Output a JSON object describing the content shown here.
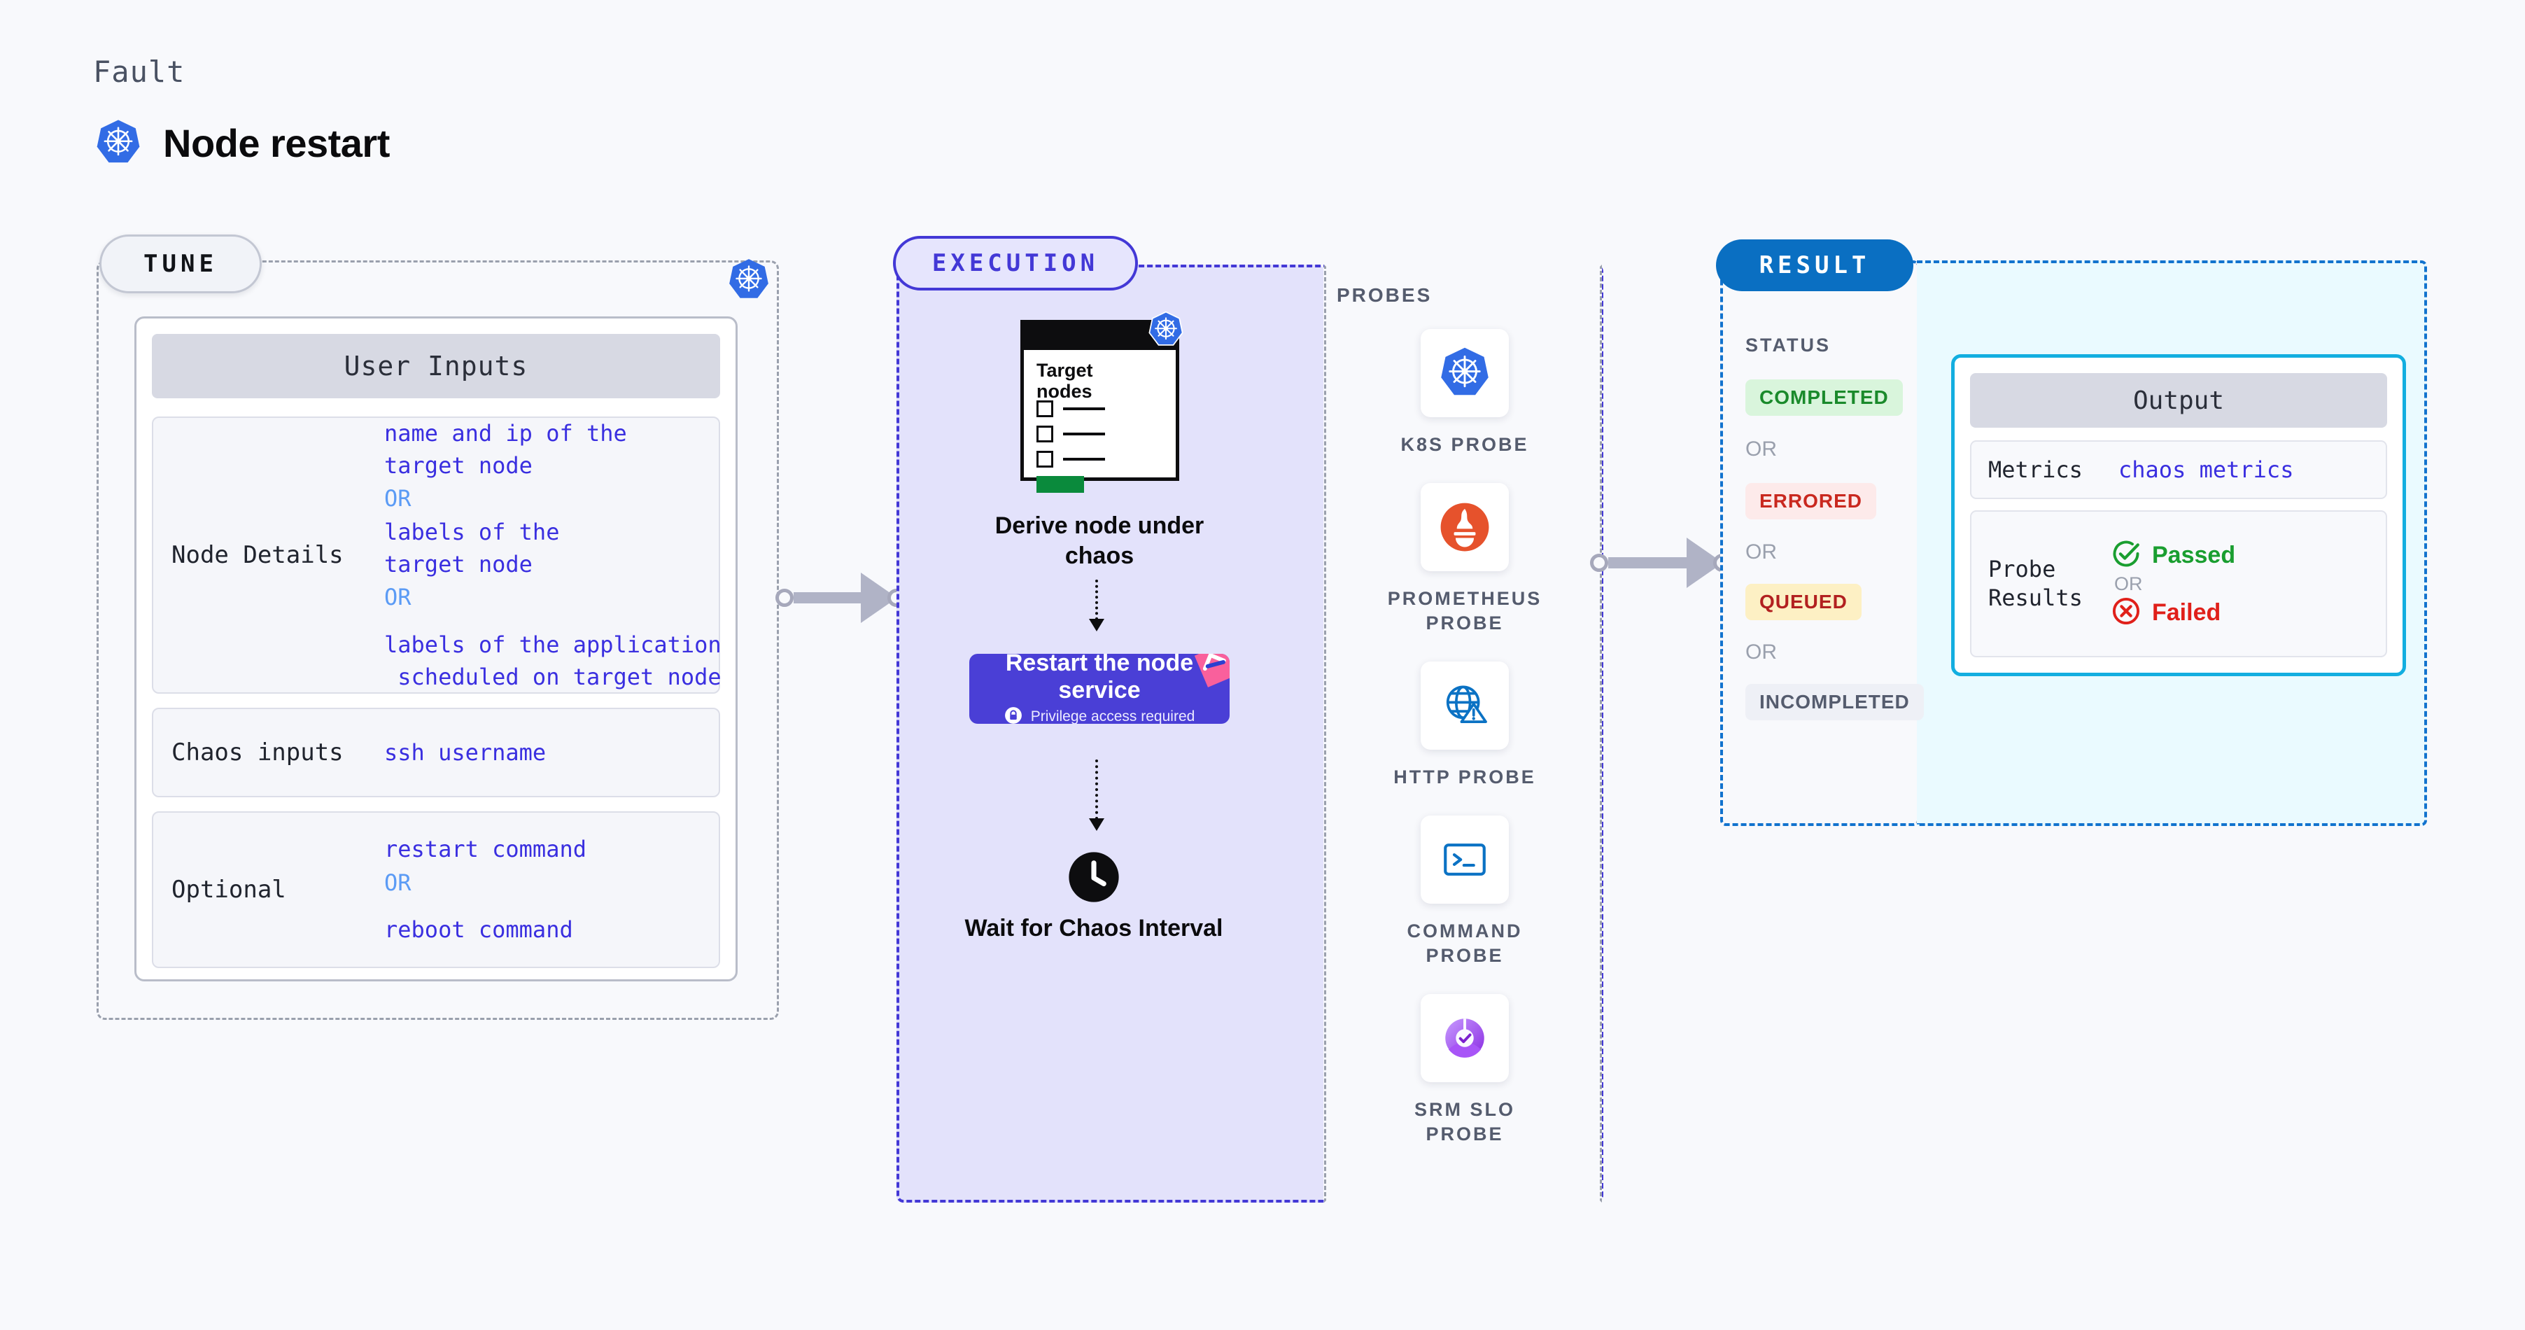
{
  "header": {
    "eyebrow": "Fault",
    "title": "Node restart",
    "icon": "kubernetes-icon"
  },
  "tune": {
    "tag": "TUNE",
    "badge_icon": "kubernetes-icon",
    "card_title": "User Inputs",
    "rows": [
      {
        "label": "Node Details",
        "values": [
          "name and ip of the",
          "target node"
        ],
        "or_1": "OR",
        "values_2": [
          "labels of the",
          "target node"
        ],
        "or_2": "OR",
        "values_3": [
          "labels of the application",
          " scheduled on target node"
        ]
      },
      {
        "label": "Chaos inputs",
        "value": "ssh username"
      },
      {
        "label": "Optional",
        "value_1": "restart command",
        "or": "OR",
        "value_2": "reboot command"
      }
    ]
  },
  "execution": {
    "tag": "EXECUTION",
    "target_window": {
      "title": "Target nodes",
      "badge_icon": "kubernetes-icon",
      "checkbox_count": 3,
      "progress_color": "#0a8a3c"
    },
    "steps": [
      {
        "caption": "Derive node under chaos"
      },
      {
        "title": "Restart the node service",
        "subtitle": "Privilege access required",
        "icon": "lock-icon",
        "badge_icon": "ribbon-icon",
        "color": "#4a3fd6"
      },
      {
        "caption": "Wait for Chaos Interval",
        "icon": "clock-icon"
      }
    ]
  },
  "probes": {
    "title": "PROBES",
    "items": [
      {
        "label": "K8S PROBE",
        "icon": "kubernetes-icon"
      },
      {
        "label": "PROMETHEUS PROBE",
        "icon": "prometheus-icon"
      },
      {
        "label": "HTTP PROBE",
        "icon": "globe-warning-icon"
      },
      {
        "label": "COMMAND PROBE",
        "icon": "terminal-icon"
      },
      {
        "label": "SRM SLO PROBE",
        "icon": "srm-slo-icon"
      }
    ]
  },
  "result": {
    "tag": "RESULT",
    "status_title": "STATUS",
    "statuses": [
      {
        "label": "COMPLETED",
        "bg": "#d9f5dc",
        "fg": "#1a8a2b"
      },
      {
        "label": "ERRORED",
        "bg": "#fdeaea",
        "fg": "#c9281f"
      },
      {
        "label": "QUEUED",
        "bg": "#fdf0c4",
        "fg": "#b22020"
      },
      {
        "label": "INCOMPLETED",
        "bg": "#eef0f6",
        "fg": "#555c6e"
      }
    ],
    "or_label": "OR",
    "output": {
      "title": "Output",
      "metrics_label": "Metrics",
      "metrics_value": "chaos metrics",
      "probe_results_label": "Probe Results",
      "passed_label": "Passed",
      "failed_label": "Failed",
      "or_label": "OR",
      "passed_color": "#1a9e30",
      "failed_color": "#e0201a",
      "accent_color": "#13aee0"
    }
  }
}
